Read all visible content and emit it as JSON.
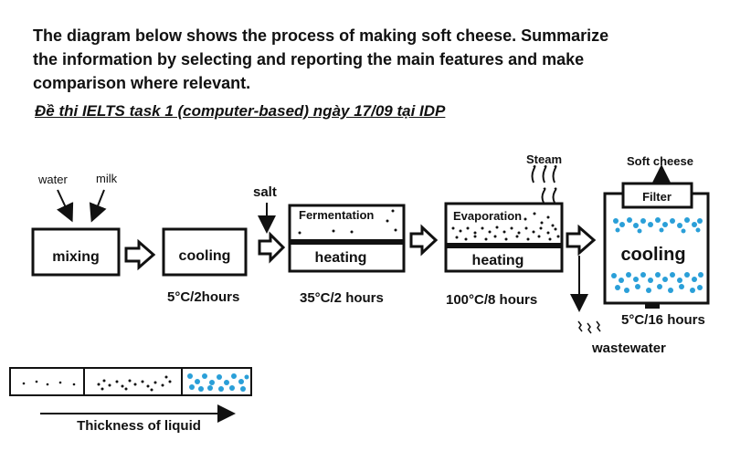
{
  "prompt": "The diagram below shows the process of making soft cheese. Summarize the information by selecting and reporting the main features and make comparison where relevant.",
  "subtitle": "Đề thi IELTS task 1 (computer-based) ngày 17/09 tại IDP",
  "inputs": {
    "water": "water",
    "milk": "milk",
    "salt": "salt"
  },
  "stages": {
    "mixing": "mixing",
    "cooling1": "cooling",
    "fermentation": "Fermentation",
    "heating1": "heating",
    "evaporation": "Evaporation",
    "heating2": "heating",
    "filter": "Filter",
    "cooling2": "cooling"
  },
  "conditions": {
    "cooling1": "5°C/2hours",
    "heating1": "35°C/2 hours",
    "heating2": "100°C/8 hours",
    "cooling2": "5°C/16 hours"
  },
  "outputs": {
    "steam": "Steam",
    "soft_cheese": "Soft cheese",
    "wastewater": "wastewater"
  },
  "legend": {
    "label": "Thickness of liquid"
  },
  "colors": {
    "ink": "#111111",
    "curd": "#2a9fd8"
  }
}
